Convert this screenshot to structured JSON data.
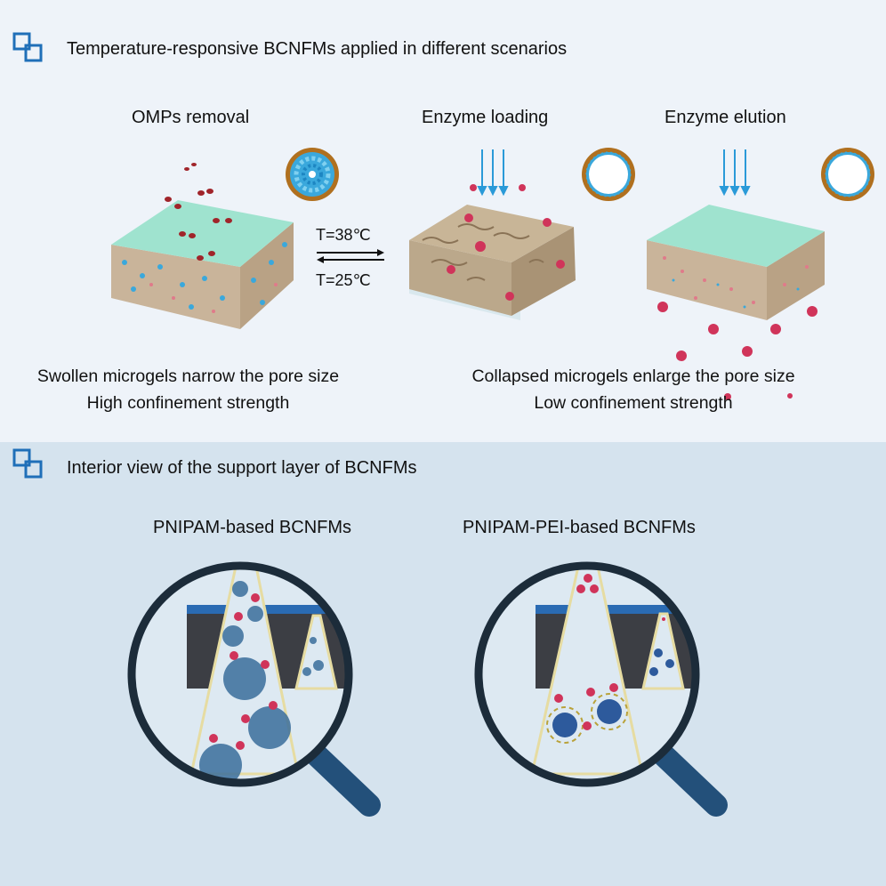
{
  "sections": [
    {
      "title": "Temperature-responsive BCNFMs applied in different scenarios",
      "icon": "overlapping-squares-icon",
      "scenarios": [
        {
          "label": "OMPs removal",
          "microgel": "swollen"
        },
        {
          "label": "Enzyme loading",
          "microgel": "collapsed"
        },
        {
          "label": "Enzyme elution",
          "microgel": "collapsed"
        }
      ],
      "transition": {
        "forward": "T=38℃",
        "reverse": "T=25℃"
      },
      "captions": [
        {
          "line1": "Swollen microgels narrow the pore size",
          "line2": "High confinement strength"
        },
        {
          "line1": "Collapsed microgels enlarge the pore size",
          "line2": "Low confinement strength"
        }
      ]
    },
    {
      "title": "Interior view of the support layer of BCNFMs",
      "icon": "overlapping-squares-icon",
      "panels": [
        {
          "label": "PNIPAM-based BCNFMs"
        },
        {
          "label": "PNIPAM-PEI-based BCNFMs"
        }
      ]
    }
  ],
  "colors": {
    "accent": "#1f6fb8",
    "top_bg": "#eef3f9",
    "bottom_bg": "#d5e3ee",
    "membrane_top": "#9fe3cf",
    "membrane_body": "#c9b49a",
    "enzyme": "#d0345a",
    "ring": "#b0701f",
    "microgel": "#3aa8dc",
    "arrow_blue": "#2a9ad8",
    "dark_layer": "#3c3e44",
    "blue_layer": "#2a6bb3",
    "pore_wall": "#e6dca2",
    "lens_frame": "#1c2c3a",
    "handle": "#23507a"
  }
}
